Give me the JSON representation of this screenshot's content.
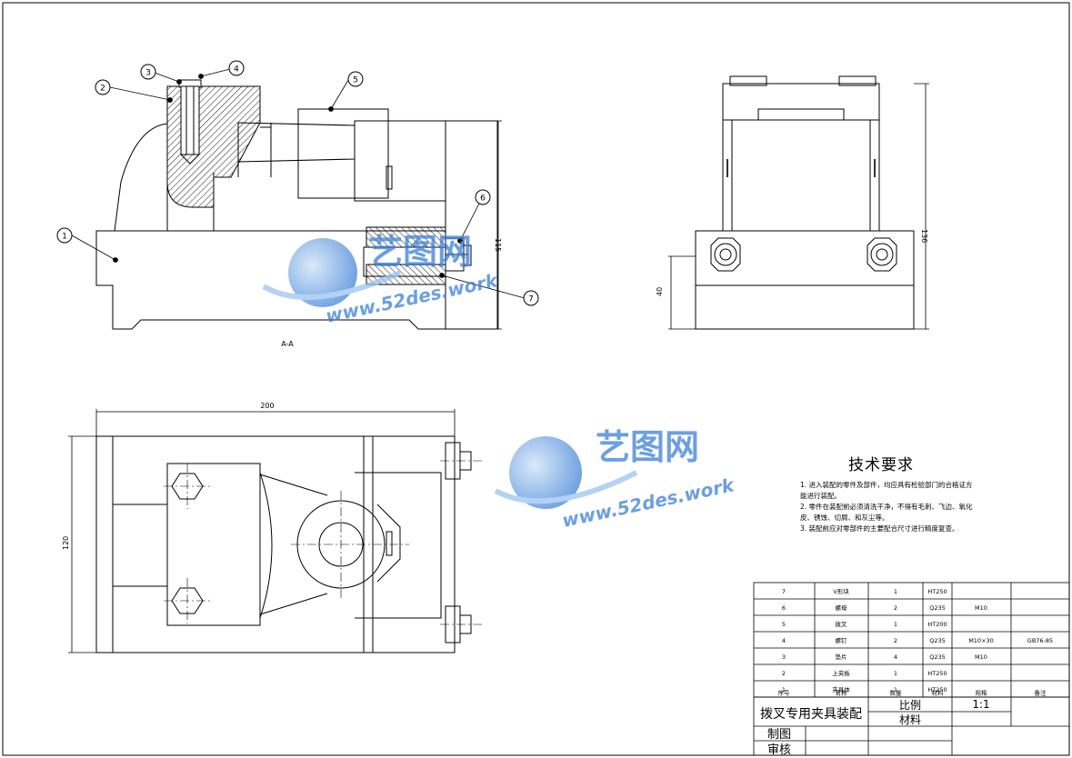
{
  "view_label": "A-A",
  "dimensions": {
    "total_width": "200",
    "height_front": "115",
    "height_side": "136",
    "base_height": "40",
    "plan_depth": "120"
  },
  "balloons": [
    "1",
    "2",
    "3",
    "4",
    "5",
    "6",
    "7"
  ],
  "tech_requirements": {
    "title": "技术要求",
    "lines": [
      "1. 进入装配的零件及部件，均应具有检验部门的合格证方",
      "能进行装配。",
      "2. 零件在装配前必须清洗干净，不得有毛刺、飞边、氧化",
      "皮、锈蚀、切屑、和灰尘等。",
      "3. 装配前应对零部件的主要配合尺寸进行精度复查。"
    ]
  },
  "watermark": {
    "brand": "艺图网",
    "url": "www.52des.work"
  },
  "parts_list": {
    "headers": [
      "序号",
      "名称",
      "数量",
      "材料",
      "规格",
      "备注"
    ],
    "rows": [
      [
        "7",
        "V形块",
        "1",
        "HT250",
        "",
        ""
      ],
      [
        "6",
        "螺母",
        "2",
        "Q235",
        "M10",
        ""
      ],
      [
        "5",
        "拨叉",
        "1",
        "HT200",
        "",
        ""
      ],
      [
        "4",
        "螺钉",
        "2",
        "Q235",
        "M10×30",
        "GB76-85"
      ],
      [
        "3",
        "垫片",
        "4",
        "Q235",
        "M10",
        ""
      ],
      [
        "2",
        "上夹板",
        "1",
        "HT250",
        "",
        ""
      ],
      [
        "1",
        "夹具体",
        "1",
        "HT250",
        "",
        ""
      ]
    ]
  },
  "title_block": {
    "title": "拨叉专用夹具装配",
    "scale_label": "比例",
    "scale_value": "1:1",
    "material_label": "材料",
    "drawn_label": "制图",
    "checked_label": "审核"
  },
  "colors": {
    "line": "#000000",
    "hatch": "#000000",
    "watermark_blue": "#3a7fd6",
    "watermark_light": "#9cc4ef"
  }
}
